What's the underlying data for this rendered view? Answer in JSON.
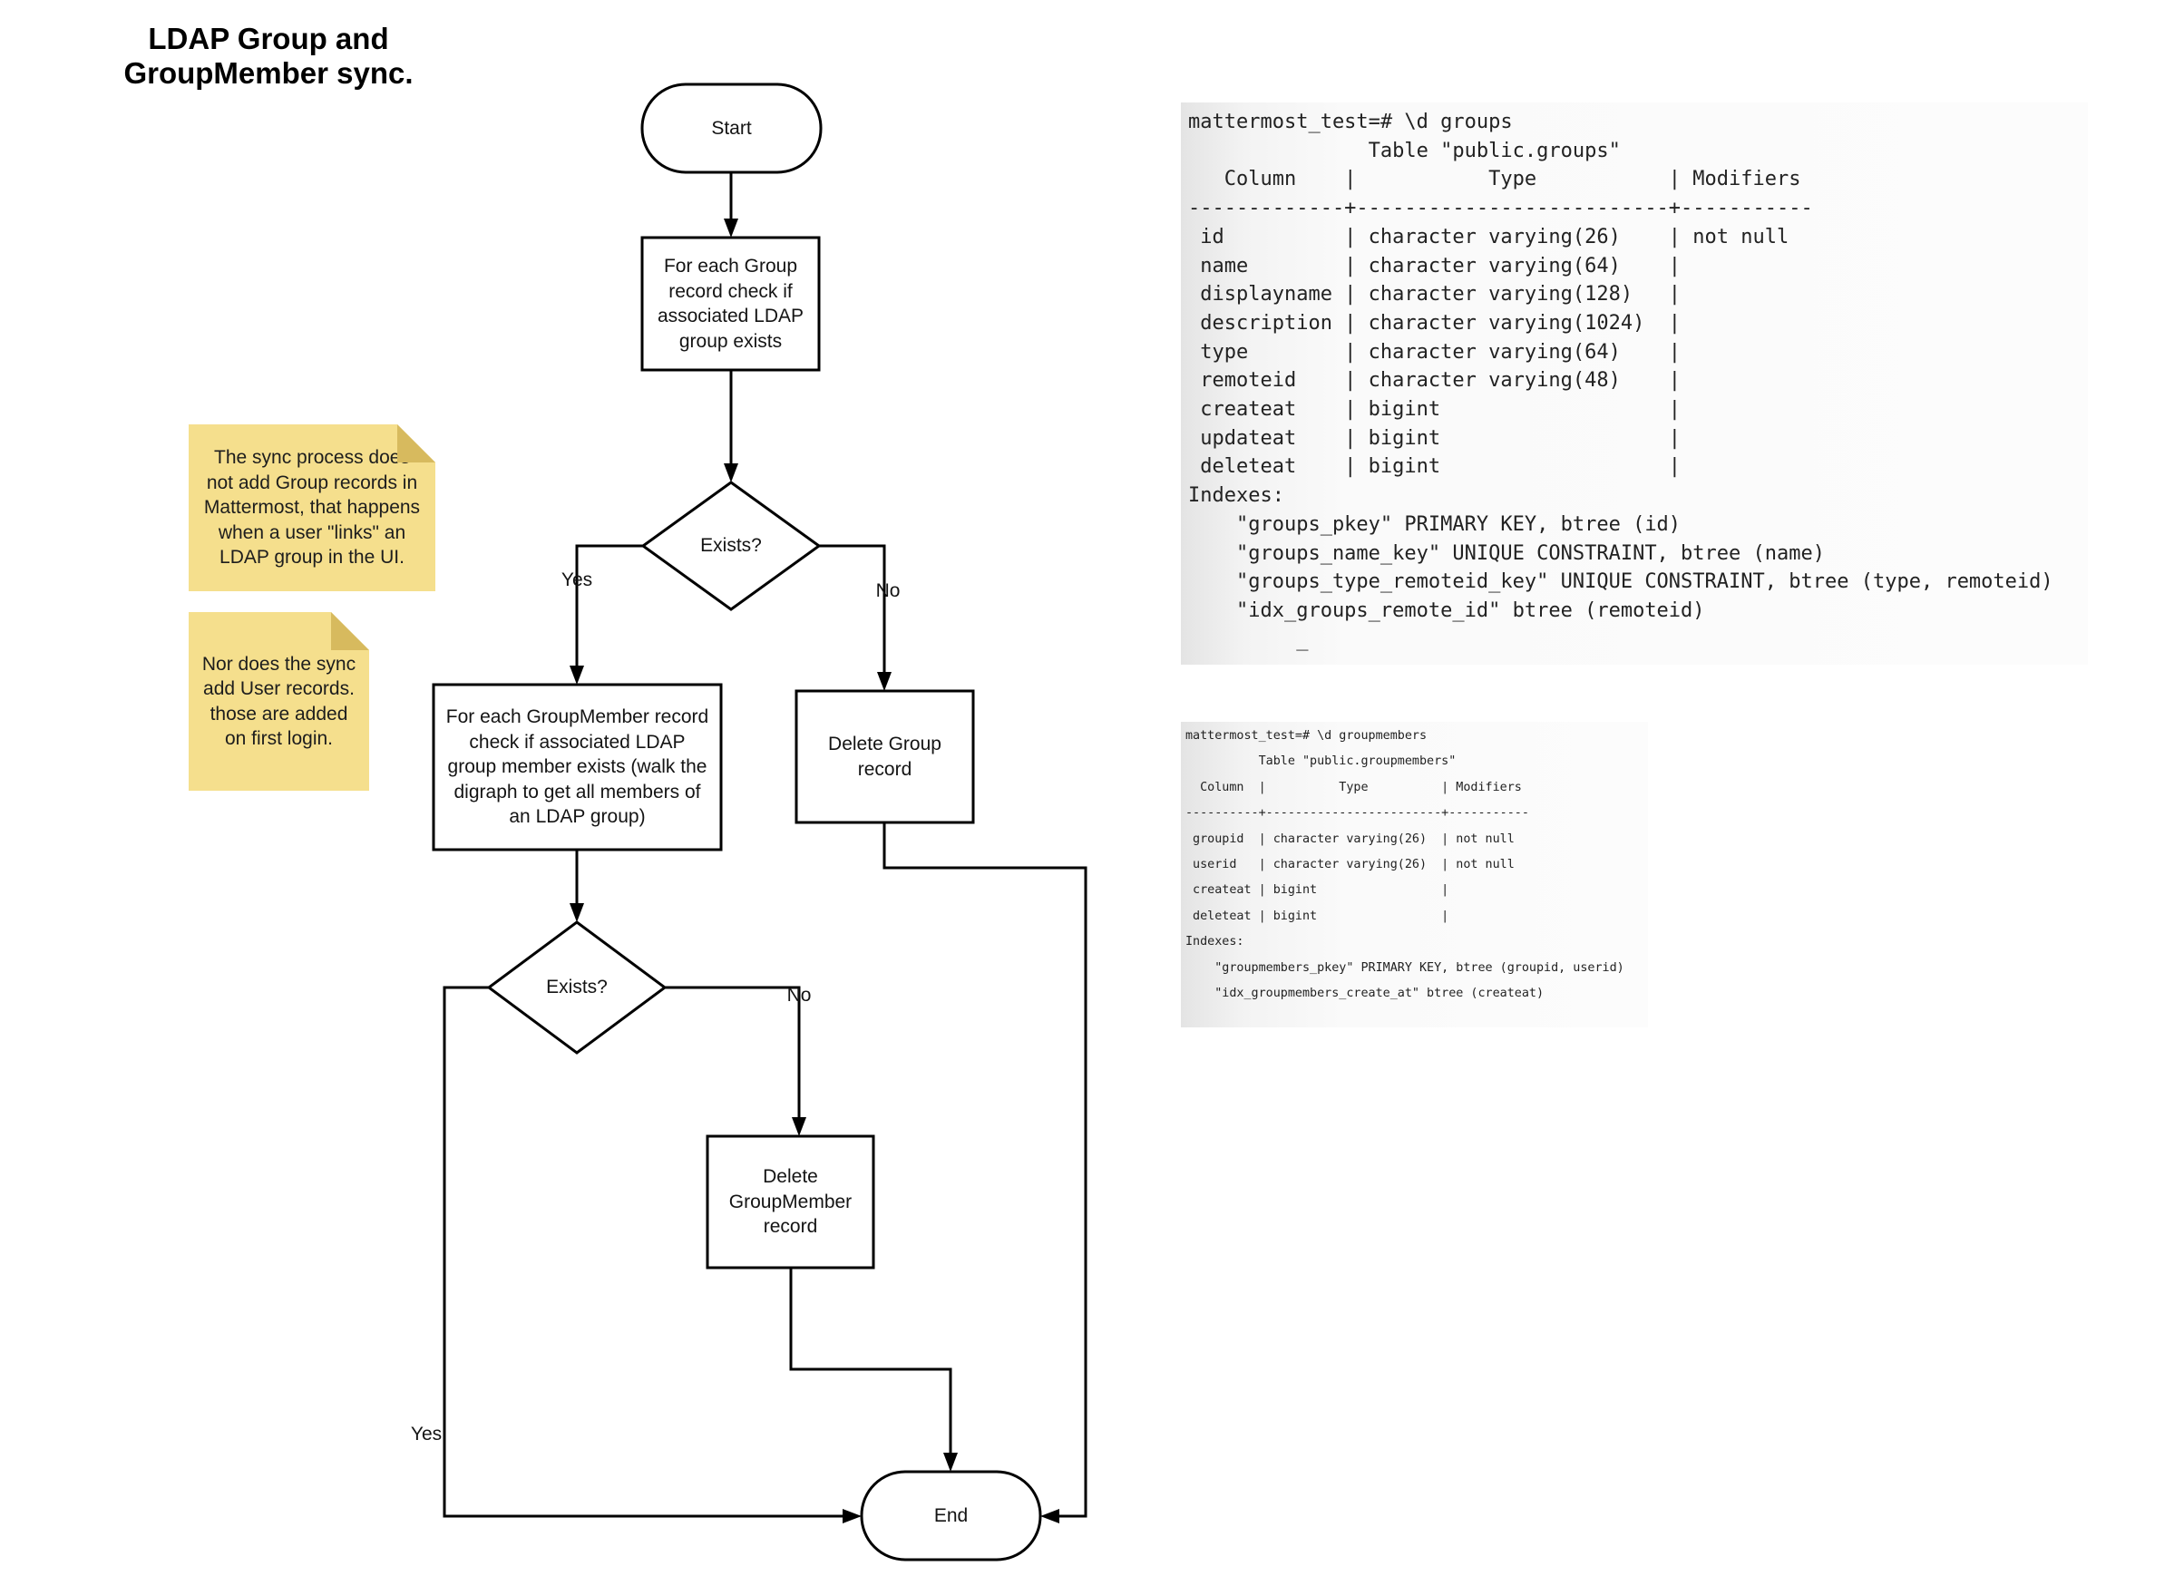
{
  "title": {
    "text": "LDAP Group and\nGroupMember sync."
  },
  "flowchart": {
    "start_label": "Start",
    "check_group_label": "For each Group\nrecord check if\nassociated LDAP\ngroup exists",
    "exists_group_label": "Exists?",
    "exists_group_yes": "Yes",
    "exists_group_no": "No",
    "check_groupmember_label": "For each GroupMember record\ncheck if associated LDAP\ngroup member exists (walk the\ndigraph to get all members of\nan LDAP group)",
    "delete_group_label": "Delete Group\nrecord",
    "exists_groupmember_label": "Exists?",
    "exists_groupmember_yes": "Yes",
    "exists_groupmember_no": "No",
    "delete_groupmember_label": "Delete\nGroupMember\nrecord",
    "end_label": "End"
  },
  "notes": [
    {
      "text": "The sync process does\nnot add Group records in\nMattermost, that happens\nwhen a user \"links\" an\nLDAP group in the UI."
    },
    {
      "text": "Nor does the sync\nadd User records.\nthose are added\non first login."
    }
  ],
  "consoles": [
    {
      "text": "mattermost_test=# \\d groups\n               Table \"public.groups\"\n   Column    |           Type           | Modifiers\n-------------+--------------------------+-----------\n id          | character varying(26)    | not null\n name        | character varying(64)    |\n displayname | character varying(128)   |\n description | character varying(1024)  |\n type        | character varying(64)    |\n remoteid    | character varying(48)    |\n createat    | bigint                   |\n updateat    | bigint                   |\n deleteat    | bigint                   |\nIndexes:\n    \"groups_pkey\" PRIMARY KEY, btree (id)\n    \"groups_name_key\" UNIQUE CONSTRAINT, btree (name)\n    \"groups_type_remoteid_key\" UNIQUE CONSTRAINT, btree (type, remoteid)\n    \"idx_groups_remote_id\" btree (remoteid)\n         _"
    },
    {
      "text": "mattermost_test=# \\d groupmembers\n          Table \"public.groupmembers\"\n  Column  |          Type          | Modifiers\n----------+------------------------+-----------\n groupid  | character varying(26)  | not null\n userid   | character varying(26)  | not null\n createat | bigint                 |\n deleteat | bigint                 |\nIndexes:\n    \"groupmembers_pkey\" PRIMARY KEY, btree (groupid, userid)\n    \"idx_groupmembers_create_at\" btree (createat)"
    }
  ],
  "colors": {
    "note_bg": "#f5df8d",
    "note_fold": "#d7ba5e",
    "stroke": "#000000",
    "console_text": "#222222"
  }
}
